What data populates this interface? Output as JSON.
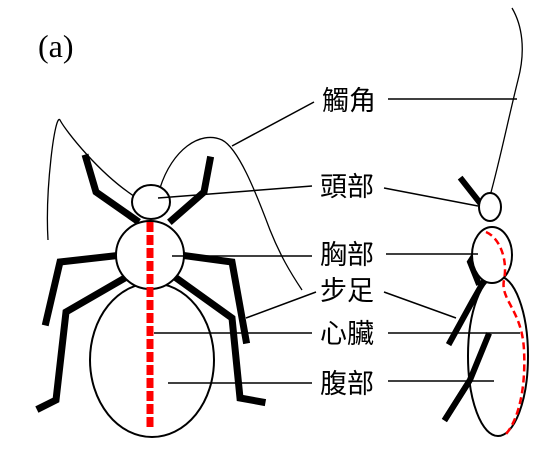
{
  "panel_label": "(a)",
  "labels": {
    "antenna": "觸角",
    "head": "頭部",
    "thorax": "胸部",
    "legs": "步足",
    "heart": "心臟",
    "abdomen": "腹部"
  },
  "colors": {
    "outline": "#000000",
    "heart": "#ff0000",
    "background": "#ffffff"
  }
}
